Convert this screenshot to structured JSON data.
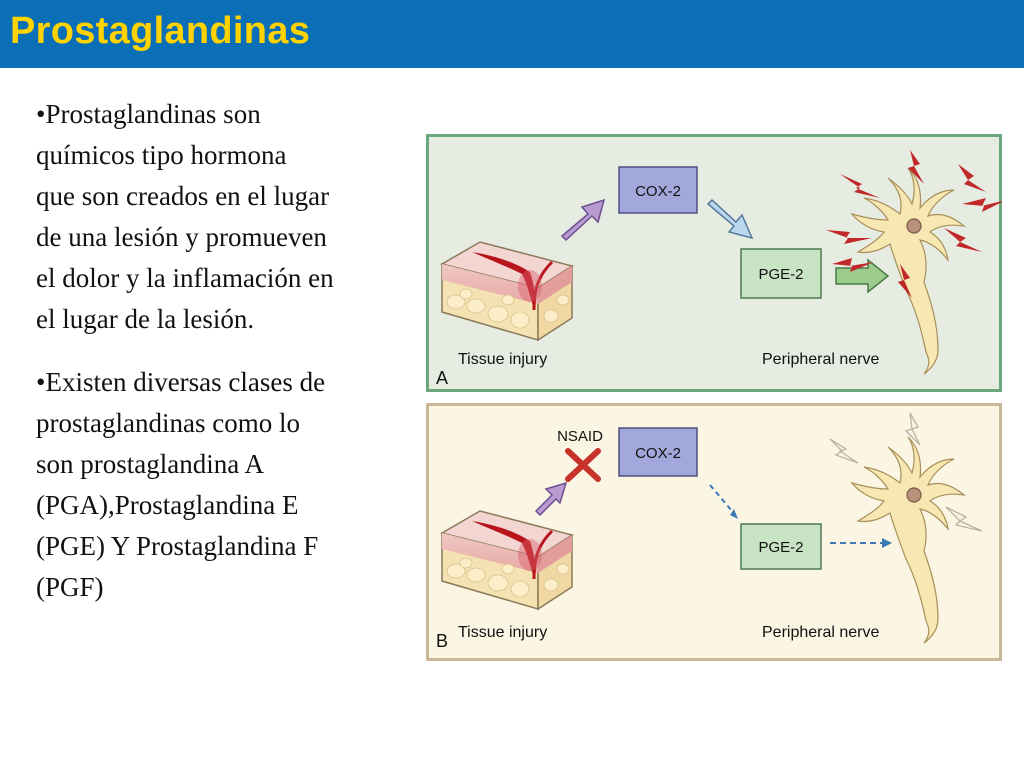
{
  "slide": {
    "title": "Prostaglandinas",
    "bullets": [
      "•Prostaglandinas son\nquímicos  tipo hormona\nque son creados en el lugar\nde una lesión y promueven\nel dolor y la inflamación en\nel lugar de la lesión.",
      "•Existen diversas clases de\nprostaglandinas como lo\nson prostaglandina A\n(PGA),Prostaglandina E\n(PGE) Y Prostaglandina F\n(PGF)"
    ]
  },
  "figure": {
    "panel_a": {
      "letter": "A",
      "cox_label": "COX-2",
      "pge_label": "PGE-2",
      "tissue_label": "Tissue injury",
      "nerve_label": "Peripheral nerve"
    },
    "panel_b": {
      "letter": "B",
      "nsaid_label": "NSAID",
      "cox_label": "COX-2",
      "pge_label": "PGE-2",
      "tissue_label": "Tissue injury",
      "nerve_label": "Peripheral nerve"
    }
  },
  "colors": {
    "title_bar": "#0a6fb7",
    "title_text": "#ffd200",
    "panel_a_bg": "#e6ece2",
    "panel_a_border": "#6aa77a",
    "panel_b_bg": "#fbf5e4",
    "panel_b_border": "#c9b89a",
    "cox_box": "#a3a8dc",
    "pge_box": "#c9e4c4",
    "lightning": "#c0282a",
    "blocked_x": "#c7322b"
  }
}
